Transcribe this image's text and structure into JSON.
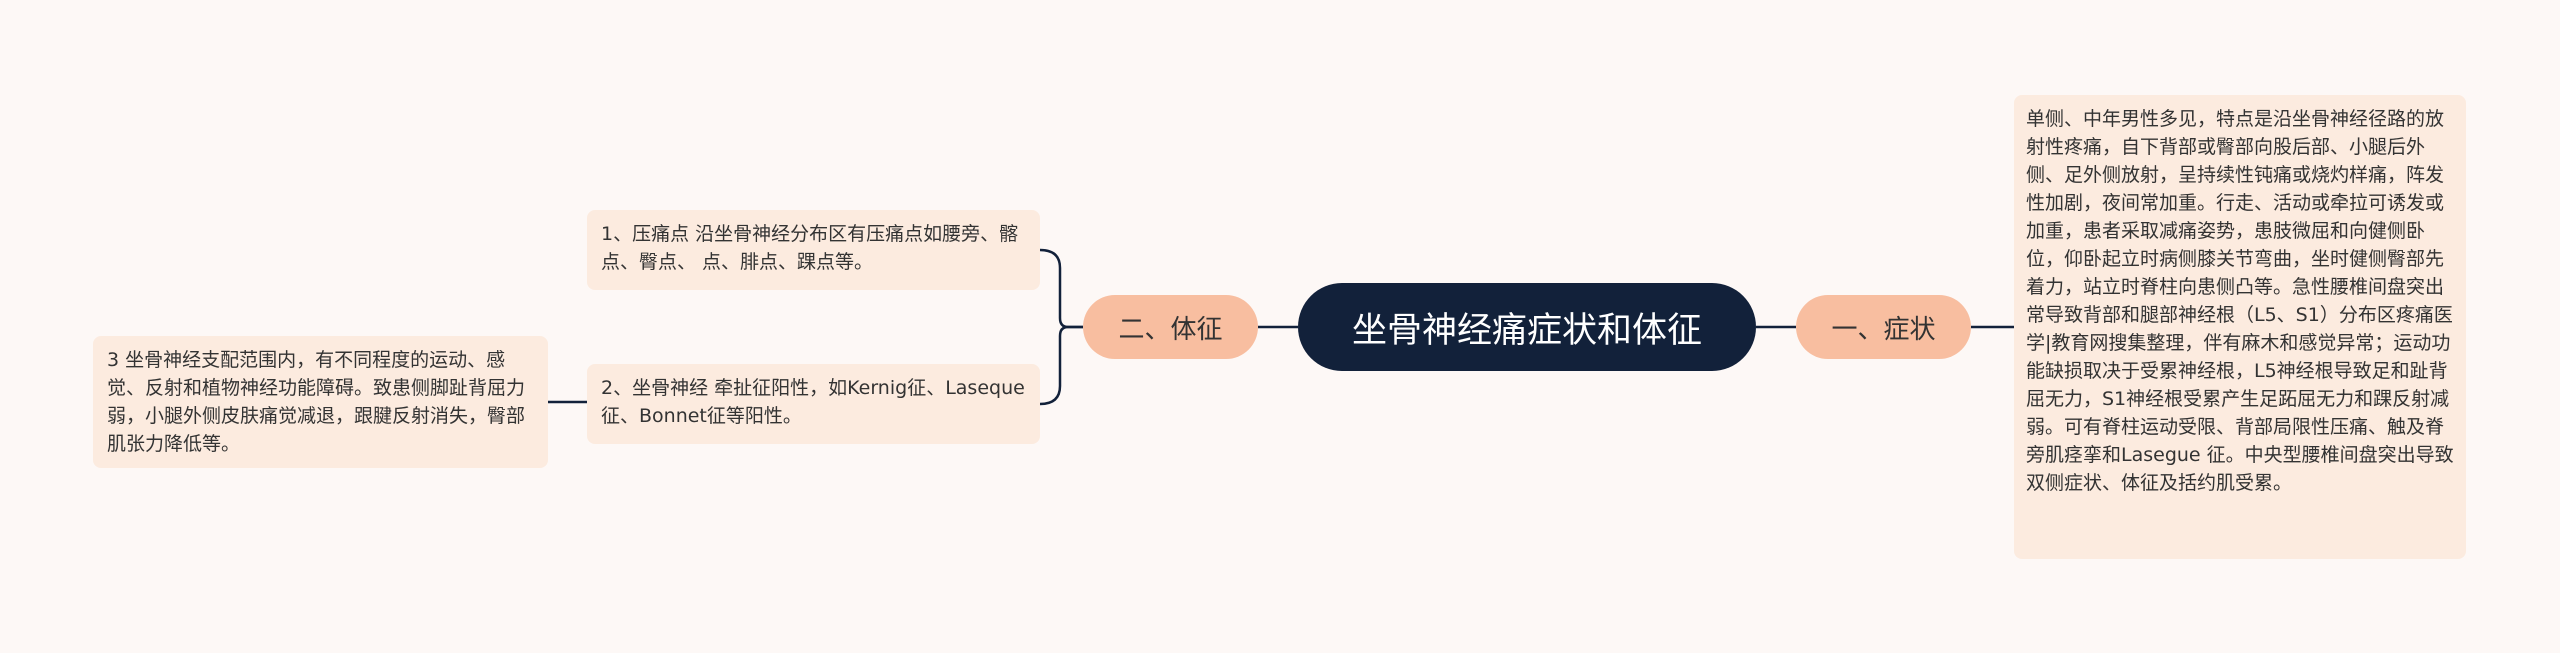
{
  "mindmap": {
    "root": {
      "label": "坐骨神经痛症状和体征"
    },
    "branches": {
      "signs": {
        "label": "二、体征",
        "items": [
          {
            "text": "1、压痛点 沿坐骨神经分布区有压痛点如腰旁、髂点、臀点、 点、腓点、踝点等。"
          },
          {
            "text": "2、坐骨神经 牵扯征阳性，如Kernig征、Laseque征、Bonnet征等阳性。",
            "child": {
              "text": "3 坐骨神经支配范围内，有不同程度的运动、感觉、反射和植物神经功能障碍。致患侧脚趾背屈力弱，小腿外侧皮肤痛觉减退，跟腱反射消失，臀部肌张力降低等。"
            }
          }
        ]
      },
      "symptoms": {
        "label": "一、症状",
        "items": [
          {
            "text": "单侧、中年男性多见，特点是沿坐骨神经径路的放射性疼痛，自下背部或臀部向股后部、小腿后外侧、足外侧放射，呈持续性钝痛或烧灼样痛，阵发性加剧，夜间常加重。行走、活动或牵拉可诱发或加重，患者采取减痛姿势，患肢微屈和向健侧卧位，仰卧起立时病侧膝关节弯曲，坐时健侧臀部先着力，站立时脊柱向患侧凸等。急性腰椎间盘突出常导致背部和腿部神经根（L5、S1）分布区疼痛医学|教育网搜集整理，伴有麻木和感觉异常；运动功能缺损取决于受累神经根，L5神经根导致足和趾背屈无力，S1神经根受累产生足跖屈无力和踝反射减弱。可有脊柱运动受限、背部局限性压痛、触及脊旁肌痉挛和Lasegue 征。中央型腰椎间盘突出导致双侧症状、体征及括约肌受累。"
          }
        ]
      }
    },
    "colors": {
      "background": "#fdf8f6",
      "root_fill": "#12213a",
      "branch_fill": "#f8bea0",
      "leaf_fill": "#fcebdf",
      "connector": "#12213a"
    }
  }
}
